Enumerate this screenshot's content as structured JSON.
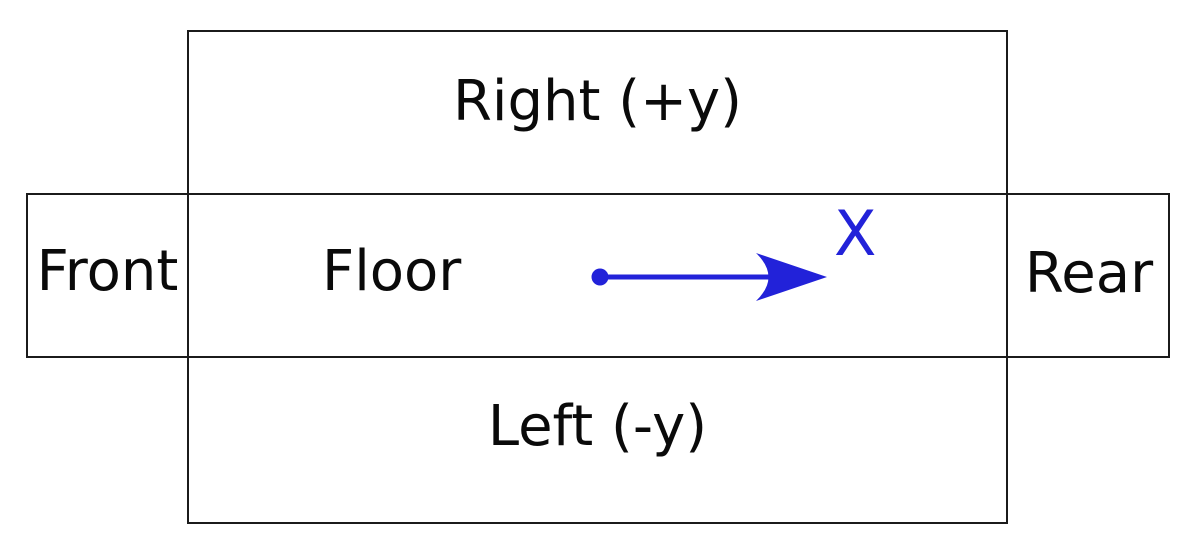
{
  "diagram": {
    "colors": {
      "background": "#ffffff",
      "outline": "#1b1b1b",
      "text": "#0a0a0a",
      "axis_blue": "#2222d9"
    },
    "panels": {
      "right": "Right (+y)",
      "left": "Left (-y)",
      "front": "Front",
      "floor": "Floor",
      "rear": "Rear"
    },
    "axis": {
      "label": "X"
    }
  }
}
